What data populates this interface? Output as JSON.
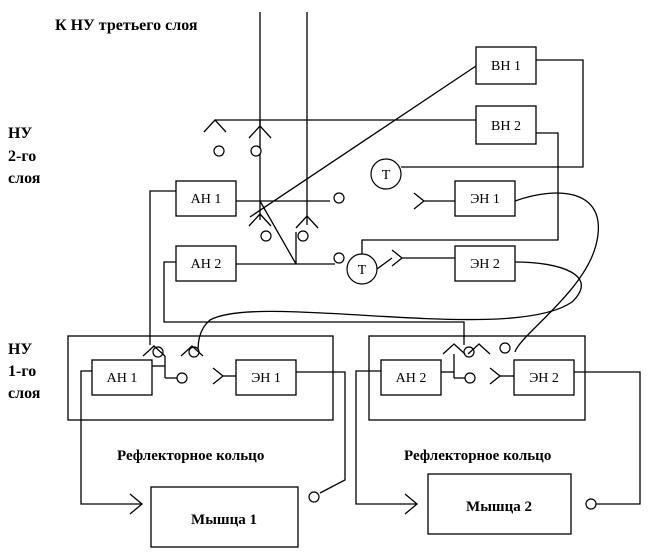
{
  "header": {
    "top_label": "К  НУ третьего слоя"
  },
  "layers": {
    "layer2": [
      "НУ",
      "2-го",
      "слоя"
    ],
    "layer1": [
      "НУ",
      "1-го",
      "слоя"
    ]
  },
  "blocks": {
    "vn1": "ВН 1",
    "vn2": "ВН 2",
    "an1_top": "АН 1",
    "an2_top": "АН 2",
    "en1_top": "ЭН 1",
    "en2_top": "ЭН 2",
    "t_upper": "Т",
    "t_lower": "Т",
    "an1_bot": "АН 1",
    "en1_bot": "ЭН 1",
    "an2_bot": "АН 2",
    "en2_bot": "ЭН 2",
    "muscle1": "Мышца 1",
    "muscle2": "Мышца 2"
  },
  "rings": {
    "left": "Рефлекторное кольцо",
    "right": "Рефлекторное кольцо"
  }
}
